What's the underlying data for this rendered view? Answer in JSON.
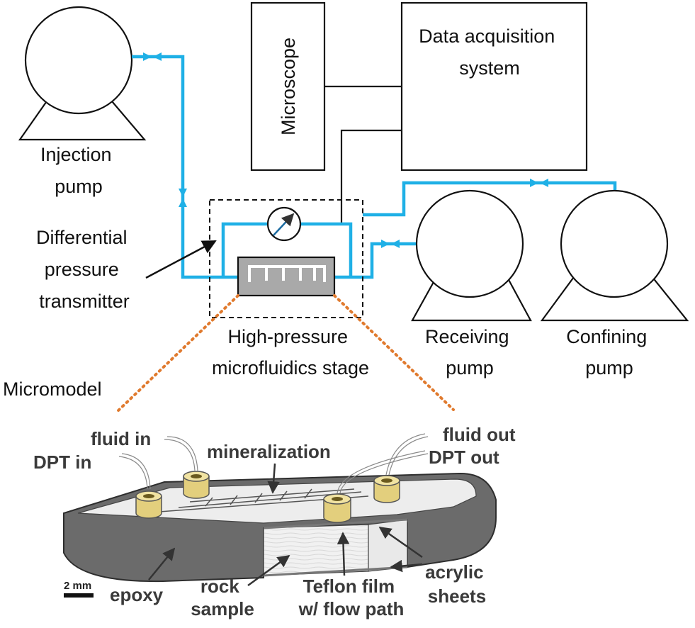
{
  "top": {
    "injection_pump": [
      "Injection",
      "pump"
    ],
    "microscope": "Microscope",
    "data_acquisition": [
      "Data acquisition",
      "system"
    ],
    "dpt": [
      "Differential",
      "pressure",
      "transmitter"
    ],
    "stage": [
      "High-pressure",
      "microfluidics stage"
    ],
    "receiving_pump": [
      "Receiving",
      "pump"
    ],
    "confining_pump": [
      "Confining",
      "pump"
    ],
    "micromodel": "Micromodel"
  },
  "bottom": {
    "fluid_in": "fluid in",
    "dpt_in": "DPT in",
    "mineralization": "mineralization",
    "fluid_out": "fluid out",
    "dpt_out": "DPT out",
    "epoxy": "epoxy",
    "rock_sample": [
      "rock",
      "sample"
    ],
    "teflon": [
      "Teflon film",
      "w/ flow path"
    ],
    "acrylic": [
      "acrylic",
      "sheets"
    ],
    "scale_bar": "2 mm"
  },
  "colors": {
    "flow_line": "#1fb0e6",
    "signal_line": "#111111",
    "zoom_dots": "#e07a2e",
    "epoxy": "#6b6b6b",
    "chip": "#a9a9a9",
    "fitting": "#e3cf7d"
  }
}
